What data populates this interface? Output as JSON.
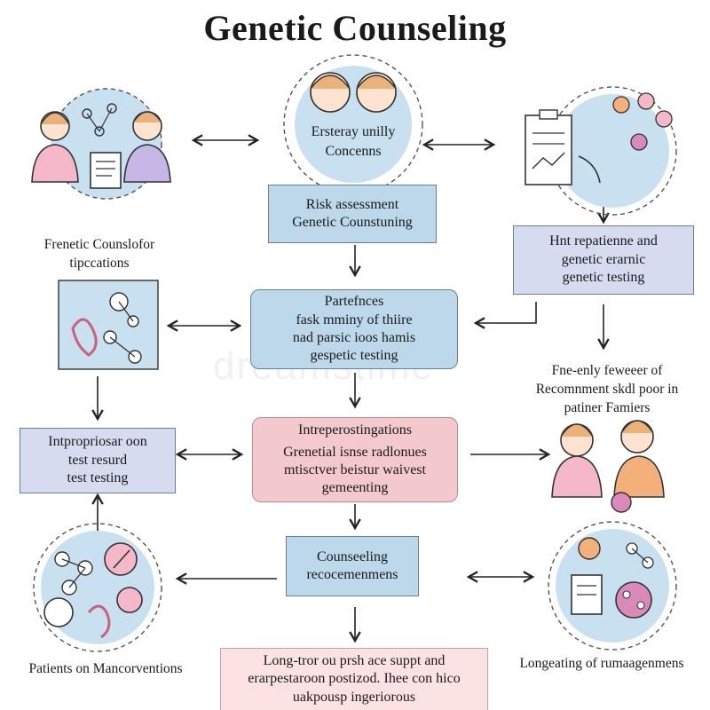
{
  "title": "Genetic Counseling",
  "watermark": "dreamstime",
  "nodes": {
    "family_concerns": [
      "Ersteray unilly",
      "Concenns"
    ],
    "risk_assessment": [
      "Risk assessment",
      "Genetic Counstuning"
    ],
    "hnt_testing": [
      "Hnt repatienne and",
      "genetic erarnic",
      "genetic testing"
    ],
    "partefnces": {
      "heading": "Partefnces",
      "lines": [
        "fask mminy of thiire",
        "nad parsic ioos hamis",
        "gespetic testing"
      ]
    },
    "counselor_label": [
      "Frenetic Counslofor",
      "tipccations"
    ],
    "intreprostingations": {
      "heading": "Intreperostingations",
      "lines": [
        "Grenetial isnse radlonues",
        "mtisctver beistur waivest",
        "gemeenting"
      ]
    },
    "intprop": [
      "Intpropriosar oon",
      "test resurd",
      "test testing"
    ],
    "families_label": [
      "Fne-enly feweeer of",
      "Recomnment skdl poor in",
      "patiner Famiers"
    ],
    "counseling_rec": [
      "Counseeling",
      "recocemenmens"
    ],
    "patients_label": "Patients on Mancorventions",
    "longeating_label": "Longeating of rumaagenmens",
    "long_term": [
      "Long-tror ou prsh ace suppt and",
      "erarpestaroon postizod. Ihee con hico",
      "uakpousp ingeriorous"
    ]
  },
  "colors": {
    "blue_box": "#bcd8ea",
    "lavender_box": "#d7dbf0",
    "pink_box": "#f3c9ce",
    "light_pink_box": "#fbe3e4",
    "circle_fill": "#c8e0f0",
    "arrow": "#222222"
  },
  "icons": {
    "top_left": "counselor-and-patient-icon",
    "top_center": "two-people-icon",
    "top_right": "clipboard-genetics-icon",
    "mid_left": "dna-ribbon-icon",
    "mid_right": "family-icon",
    "bottom_left": "molecule-ribbon-icon",
    "bottom_right": "document-molecule-icon"
  }
}
